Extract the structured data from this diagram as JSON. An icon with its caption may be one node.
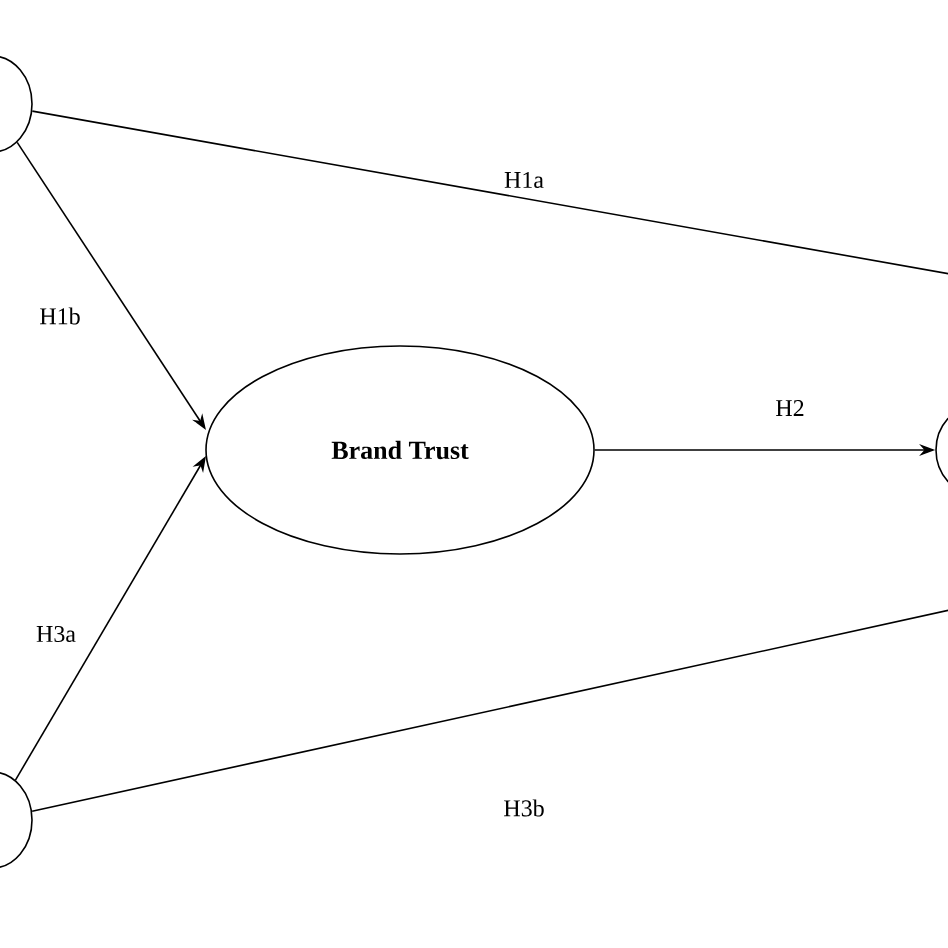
{
  "diagram": {
    "nodes": [
      {
        "text": [],
        "shape": "circle"
      },
      {
        "text": [
          "Brand Trust"
        ]
      },
      {
        "text": [],
        "shape": "circle"
      },
      {
        "text": [],
        "shape": "circle"
      }
    ],
    "edges": [
      {
        "from": 0,
        "to": null,
        "arrow": "none",
        "label": "H1a"
      },
      {
        "from": 0,
        "to": 1,
        "arrow": "to",
        "label": "H1b"
      },
      {
        "from": 1,
        "to": 3,
        "arrow": "to",
        "label": "H2"
      },
      {
        "from": 2,
        "to": 1,
        "arrow": "to",
        "label": "H3a"
      },
      {
        "from": 2,
        "to": null,
        "arrow": "none",
        "label": "H3b"
      }
    ]
  }
}
